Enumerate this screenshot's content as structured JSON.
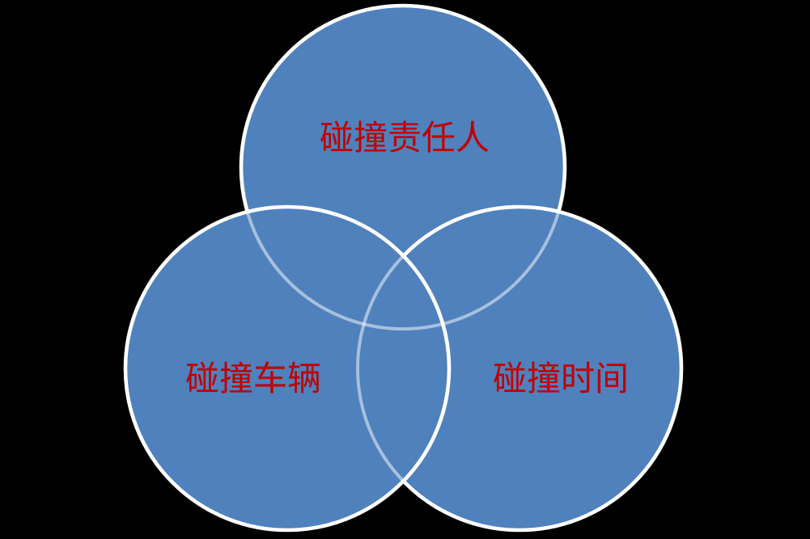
{
  "diagram": {
    "type": "venn-3-circles",
    "background_color": "#000000",
    "circle_fill_color": "#4F81BD",
    "circle_outline_color": "#FFFFFF",
    "label_color": "#C00000",
    "circles": [
      {
        "position": "top",
        "label": "碰撞责任人"
      },
      {
        "position": "bottom-left",
        "label": "碰撞车辆"
      },
      {
        "position": "bottom-right",
        "label": "碰撞时间"
      }
    ]
  }
}
